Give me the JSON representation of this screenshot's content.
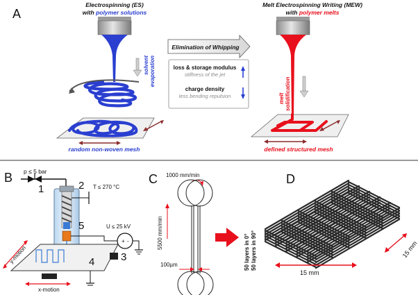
{
  "panelA": {
    "label": "A",
    "es": {
      "title": "Electrospinning (ES)",
      "subtitle_prefix": "with ",
      "subtitle_highlight": "polymer solutions",
      "process": [
        "solvent",
        "evaporation"
      ],
      "caption": "random non-woven mesh"
    },
    "mew": {
      "title": "Melt Electrospinning Writing (MEW)",
      "subtitle_prefix": "with ",
      "subtitle_highlight": "polymer melts",
      "process": [
        "melt",
        "solidification"
      ],
      "caption": "defined structured mesh"
    },
    "center": {
      "arrow_label": "Elimination of Whipping",
      "box1_title": "loss & storage modulus",
      "box1_sub": "stiffness of the jet",
      "box2_title": "charge density",
      "box2_sub": "less bending repulsion"
    }
  },
  "panelB": {
    "label": "B",
    "pressure": "p ≤ 5 bar",
    "temperature": "T ≤ 270 °C",
    "voltage": "U ≤ 25 kV",
    "n1": "1",
    "n2": "2",
    "n3": "3",
    "n4": "4",
    "n5": "5",
    "plus": "+",
    "minus": "-",
    "ymotion": "y-motion",
    "xmotion": "x-motion"
  },
  "panelC": {
    "label": "C",
    "speed1": "1000 mm/min",
    "speed2": "5500 mm/min",
    "spacing": "100µm"
  },
  "panelD": {
    "label": "D",
    "layers1": "50 layers in 0°",
    "layers2": "50 layers in 90°",
    "dim_x": "15 mm",
    "dim_y": "15 mm"
  },
  "colors": {
    "es_blue": "#2a3fd0",
    "mew_red": "#e8101c",
    "arrow_red": "#e8101c",
    "text_dark": "#111111",
    "grey_text": "#8a8a8a",
    "grid_dark": "#2b2b2b"
  }
}
